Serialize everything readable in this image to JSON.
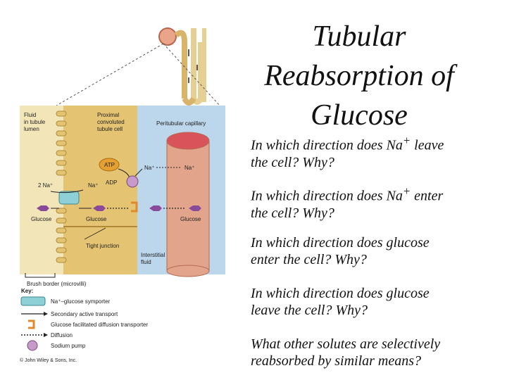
{
  "slide": {
    "title_lines": [
      "Tubular",
      "Reabsorption of",
      "Glucose"
    ],
    "questions": [
      {
        "prefix": "In which direction does Na",
        "sup": "+",
        "suffix": " leave",
        "line2": "the cell? Why?"
      },
      {
        "prefix": "In which direction does Na",
        "sup": "+",
        "suffix": " enter",
        "line2": "the cell? Why?"
      },
      {
        "prefix": "In which direction does glucose",
        "sup": "",
        "suffix": "",
        "line2": "enter the cell? Why?"
      },
      {
        "prefix": "In which direction does glucose",
        "sup": "",
        "suffix": "",
        "line2": "leave the cell? Why?"
      },
      {
        "prefix": "What other solutes are selectively",
        "sup": "",
        "suffix": "",
        "line2": "reabsorbed by similar means?"
      }
    ]
  },
  "figure": {
    "region_labels": {
      "lumen": [
        "Fluid",
        "in tubule",
        "lumen"
      ],
      "cell": [
        "Proximal",
        "convoluted",
        "tubule cell"
      ],
      "capillary": "Peritubular capillary",
      "interstitial": [
        "Interstitial",
        "fluid"
      ]
    },
    "molecule_labels": {
      "atp": "ATP",
      "adp": "ADP",
      "na_out": "Na⁺",
      "na_cap": "Na⁺",
      "na_in": "Na⁺",
      "na_lumen": "2 Na⁺",
      "glucose_lumen": "Glucose",
      "glucose_cell": "Glucose",
      "glucose_cap": "Glucose"
    },
    "tight_junction": "Tight junction",
    "brush_border": "Brush border (microvilli)",
    "key": {
      "title": "Key:",
      "items": [
        {
          "icon": "symporter-icon",
          "label": "Na⁺–glucose symporter"
        },
        {
          "icon": "secondary-transport-arrow-icon",
          "label": "Secondary active transport"
        },
        {
          "icon": "facilitated-transporter-icon",
          "label": "Glucose facilitated diffusion transporter"
        },
        {
          "icon": "diffusion-arrow-icon",
          "label": "Diffusion"
        },
        {
          "icon": "sodium-pump-icon",
          "label": "Sodium pump"
        }
      ]
    },
    "credit": "© John Wiley & Sons, Inc.",
    "colors": {
      "lumen": "#f2e6b8",
      "cell": "#e4c372",
      "capillary_bg": "#bcd6ec",
      "capillary_tube": "#e3a48c",
      "glucose": "#8a4a9a",
      "symporter": "#8fd0d6",
      "pump": "#c79ac9"
    }
  }
}
